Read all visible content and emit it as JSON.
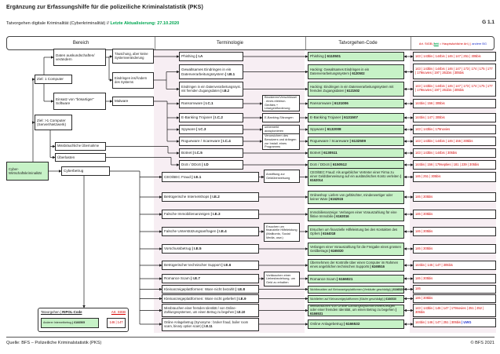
{
  "header": {
    "title": "Ergänzung zur Erfassungshilfe für die polizeiliche Kriminalstatistik (PKS)",
    "subtitle_prefix": "Tatvorgehen digitale Kriminalität (Cyberkriminalität) // ",
    "subtitle_update": "Letzte Aktualisierung: 27.10.2020",
    "page_ref": "G 1.1"
  },
  "table_header": {
    "bereich": "Bereich",
    "terminologie": "Terminologie",
    "tatvorgehen_code": "Tatvorgehen-Code",
    "art_col": {
      "part1": "Art. StGB (",
      "emph": "fett",
      "part2": " = Hauptsächliche Art.) | ",
      "part3": "andere BG"
    }
  },
  "colors": {
    "accent_green": "#00a651",
    "article_red": "#d40000",
    "other_law_blue": "#2233cc",
    "code_box_green": "#c7f2c7",
    "column_band_pink": "#f7eef3"
  },
  "bereich_tree": {
    "cyber_root": "Cyber-Wirtschaftskriminalität",
    "ziel_1": "Ziel: 1 Computer",
    "ziel_n": "Ziel: >1 Computer (Server/Netzwerk)",
    "daten": "Daten auskundschaften/ verändern",
    "taeuschung": "Täuschung, aber keine Systemveränderung",
    "eindringen": "Eindringen ins/Ändern des Systems",
    "einsatz": "Einsatz von \"bösartiger\" Software",
    "malware": "Malware",
    "uebernahme": "Missbräuchliche Übernahme",
    "ueberlasten": "Überlasten",
    "cyberbetrug": "Cyberbetrug"
  },
  "rows_top": [
    {
      "term": "Phishing",
      "term_id": "I.A",
      "code_label": "Phishing",
      "code": "6110501",
      "articles": "143 | 143bis | 144bis | 146 | 147 | 251 | 305bis",
      "main_articles": [
        "143bis",
        "147"
      ]
    },
    {
      "term": "Gewaltsames Eindringen in ein Datenverarbeitungssystem",
      "term_id": "I.B.1",
      "code_label": "Hacking: Gewaltsames Eindringen in ein Datenverarbeitungssystem",
      "code": "6120502",
      "articles": "143 | 143bis | 144bis | 146 | 147 | 173 | 174 | 175 | 177 | 179novies | 197 | 261bis | 305bis",
      "main_articles": [
        "143bis"
      ]
    },
    {
      "term": "Eindringen in ein Datenverarbeitungssyst. mit fremden Zugangsdaten",
      "term_id": "I.B.2",
      "code_label": "Hacking: Eindringen in ein Datenverarbeitungssystem mit fremden Zugangsdaten",
      "code": "6121502",
      "articles": "143 | 143bis | 144bis | 146 | 147 | 173 | 174 | 175 | 177 | 179novies | 197 | 261bis | 305bis",
      "main_articles": [
        "143bis"
      ]
    },
    {
      "term": "Ransomware",
      "term_id": "I.C.1",
      "note": "Blockieren/Verschlüssel. eines elektron. Gerätes + Lösegeldforderung",
      "code_label": "Ransomware",
      "code": "6131006",
      "articles": "144bis | 156 | 305bis",
      "main_articles": [
        "144bis",
        "156"
      ]
    },
    {
      "term": "E-Banking Trojaner",
      "term_id": "I.C.2",
      "note": "E-Banking-Sitzungen",
      "code_label": "E-Banking Trojaner",
      "code": "6131507",
      "articles": "144bis | 147 | 305bis",
      "main_articles": [
        "147"
      ]
    },
    {
      "term": "Spyware",
      "term_id": "I.C.3",
      "note": "unbemerkt ausspionieren",
      "code_label": "Spyware",
      "code": "6132008",
      "articles": "143 | 143bis | 179novies",
      "main_articles": [
        "143bis"
      ]
    },
    {
      "term": "Rogueware / Scareware",
      "term_id": "I.C.4",
      "note": "Verunsichern des Benutzers und drängen zur Install. eines Programms",
      "code_label": "Rogueware / Scareware",
      "code": "6132509",
      "articles": "143 | 143bis | 144bis | 146 | 156 | 305bis",
      "main_articles": [
        "144bis"
      ]
    },
    {
      "term": "Botnet",
      "term_id": "I.C.5",
      "code_label": "Botnet",
      "code": "6130511",
      "articles": "143 | 143bis | 144bis | 305bis",
      "main_articles": [
        "144bis"
      ]
    },
    {
      "term": "DoS / DDoS",
      "term_id": "I.D",
      "code_label": "DoS / DDoS",
      "code": "6150512",
      "articles": "144bis | 156 | 179septies | 181 | 239 | 305bis",
      "main_articles": [
        "144bis",
        "156"
      ]
    }
  ],
  "rows_cyberbetrug": [
    {
      "term": "CEO/BEC Fraud",
      "term_id": "I.E.1",
      "note": "Anstiftung zur Geldüberweisung",
      "code_label": "CEO/BEC Fraud: Als angeblicher Vertreter einer Firma zu einer Geldüberweisung auf ein ausländisches Konto verleiten",
      "code": "6162014",
      "articles": "146 | 251 | 305bis",
      "main_articles": [
        "146"
      ]
    },
    {
      "term": "Betrügerische Internetshops",
      "term_id": "I.E.2",
      "code_label": "Onlineshop: Liefern von gefälschter, minderwertiger oder keiner Ware",
      "code": "6162515",
      "articles": "146 | 305bis",
      "main_articles": [
        "146"
      ]
    },
    {
      "term": "Falsche Immobilienanzeigen",
      "term_id": "I.E.3",
      "code_label": "Immobilienanzeige: Verlangen einer Vorauszahlung für eine fiktive Immobilie",
      "code": "6163016",
      "articles": "146 | 305bis",
      "main_articles": [
        "146"
      ]
    },
    {
      "term": "Falsche Unterstützungsanfragen",
      "term_id": "I.E.4",
      "note": "Ersuchen um finanzielle Hilfeleistung (Mailkonto, Social Media, usw.)",
      "code_label": "Ersuchen um finanzielle Hilfeleistung bei den Kontakten des Opfers",
      "code": "6164018",
      "articles": "146 | 305bis",
      "main_articles": [
        "146"
      ]
    },
    {
      "term": "Vorschussbetrug",
      "term_id": "I.E.5",
      "code_label": "Verlangen einer Vorauszahlung für die Freigabe eines grossen Geldbetrags",
      "code": "6165020",
      "articles": "146 | 305bis",
      "main_articles": [
        "146"
      ]
    },
    {
      "term": "Betrügerischer technischer Support",
      "term_id": "I.E.6",
      "code_label": "Übernehmen der Kontrolle über einen Computer im Rahmen eines angeblichen technischen Supports",
      "code": "6165516",
      "articles": "144bis | 146 | 147 | 305bis",
      "main_articles": [
        "146"
      ]
    },
    {
      "term": "Romance Scam",
      "term_id": "I.E.7",
      "note": "Vortäuschen einer Liebesbeziehung, um Geld zu erhalten",
      "code_label": "Romance Scam",
      "code": "6166021",
      "articles": "146 | 305bis",
      "main_articles": [
        "146"
      ]
    },
    {
      "term": "Kleinanzeigeplattformen: Ware nicht bezahlt",
      "term_id": "I.E.8",
      "code_label": "Nichtbezahlen auf Kleinanzeigeplattformen (Verkäufer geschädigt)",
      "code": "6166529",
      "articles": "146",
      "main_articles": [
        "146"
      ]
    },
    {
      "term": "Kleinanzeigeplattformen: Ware nicht geliefert",
      "term_id": "I.E.9",
      "code_label": "Nichtliefern auf Kleinanzeigeplattformen (Käufer geschädigt)",
      "code": "6166530",
      "articles": "146 | 305bis",
      "main_articles": [
        "146"
      ]
    },
    {
      "term": "Missbrauchen einer fremden Identität / von Online-Zahlungssystemen, um einen Betrug zu begehen",
      "term_id": "I.E.10",
      "code_label": "Missbrauchen von Online-Zahlungssystemen/Werkzeugen oder einer fremden Identität, um einen Betrug zu begehen",
      "code": "6166531",
      "articles": "143 | 143bis | 146 | 147 | 179novies | 251 | 252 | 305bis",
      "main_articles": [
        "146",
        "147"
      ]
    },
    {
      "term": "Online Anlagebetrug (Synonyme : broker fraud, boiler room scam, binary option scam)",
      "term_id": "I.E.11",
      "code_label": "Online Anlagebetrug",
      "code": "6166532",
      "articles": "144bis | 146 | 147 | 251 | 305bis",
      "articles_blue": " | UWG",
      "main_articles": [
        "146"
      ]
    }
  ],
  "legend": {
    "title_left": "Tatvorgehen | ",
    "title_bold": "RIPOL-Code",
    "title_right": "Art. StGB",
    "item_label": "Anderer Internetbetrug",
    "item_code": "6166505",
    "item_articles": "146 | 147"
  },
  "footer": {
    "source": "Quelle: BFS – Polizeiliche Kriminalstatistik (PKS)",
    "copyright": "© BFS 2021"
  }
}
